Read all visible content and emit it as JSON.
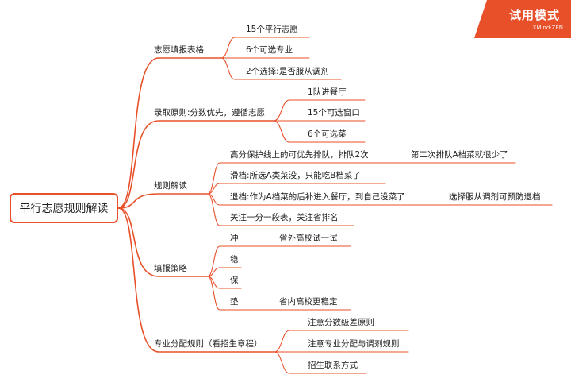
{
  "badge": {
    "mode": "试用模式",
    "brand": "XMind·ZEN"
  },
  "root": {
    "label": "平行志愿规则解读"
  },
  "branches": [
    {
      "label": "志愿填报表格",
      "children": [
        {
          "label": "15个平行志愿"
        },
        {
          "label": "6个可选专业"
        },
        {
          "label": "2个选择:是否服从调剂"
        }
      ]
    },
    {
      "label": "录取原则:分数优先，遵循志愿",
      "children": [
        {
          "label": "1队进餐厅"
        },
        {
          "label": "15个可选窗口"
        },
        {
          "label": "6个可选菜"
        }
      ]
    },
    {
      "label": "规则解读",
      "children": [
        {
          "label": "高分保护线上的可优先排队，排队2次",
          "note": "第二次排队A档菜就很少了"
        },
        {
          "label": "滑档:所选A类菜没，只能吃B档菜了"
        },
        {
          "label": "退档:作为A档菜的后补进入餐厅，到自己没菜了",
          "note": "选择服从调剂可预防退档"
        },
        {
          "label": "关注一分一段表，关注省排名"
        }
      ]
    },
    {
      "label": "填报策略",
      "children": [
        {
          "label": "冲",
          "note": "省外高校试一试"
        },
        {
          "label": "稳"
        },
        {
          "label": "保"
        },
        {
          "label": "垫",
          "note": "省内高校更稳定"
        }
      ]
    },
    {
      "label": "专业分配规则（看招生章程）",
      "children": [
        {
          "label": "注意分数级差原则"
        },
        {
          "label": "注意专业分配与调剂规则"
        },
        {
          "label": "招生联系方式"
        }
      ]
    }
  ]
}
